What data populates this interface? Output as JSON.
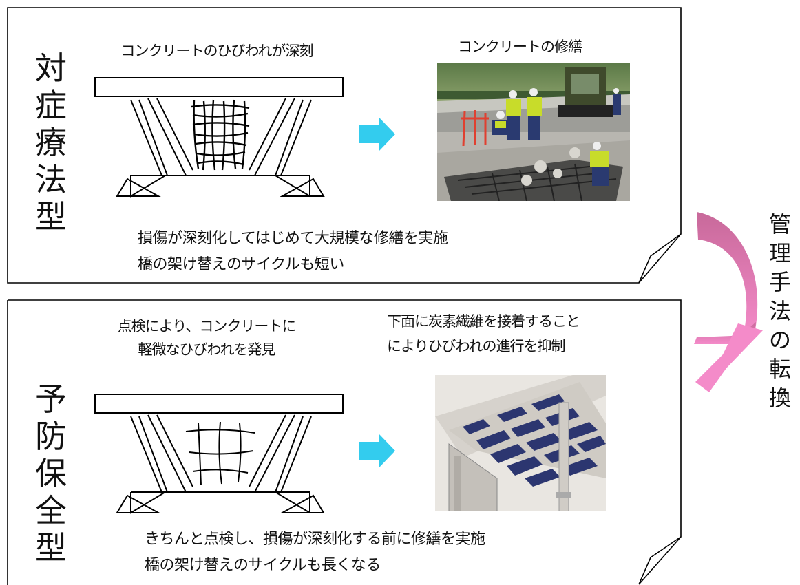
{
  "top_panel": {
    "title_chars": [
      "対",
      "症",
      "療",
      "法",
      "型"
    ],
    "left_caption": "コンクリートのひびわれが深刻",
    "right_caption": "コンクリートの修繕",
    "note_lines": [
      "損傷が深刻化してはじめて大規模な修繕を実施",
      "橋の架け替えのサイクルも短い"
    ]
  },
  "bottom_panel": {
    "title_chars": [
      "予",
      "防",
      "保",
      "全",
      "型"
    ],
    "left_caption_lines": [
      "点検により、コンクリートに",
      "軽微なひびわれを発見"
    ],
    "right_caption_lines": [
      "下面に炭素繊維を接着すること",
      "によりひびわれの進行を抑制"
    ],
    "note_lines": [
      "きちんと点検し、損傷が深刻化する前に修繕を実施",
      "橋の架け替えのサイクルも長くなる"
    ]
  },
  "side": {
    "title_chars": [
      "管",
      "理",
      "手",
      "法",
      "の",
      "転",
      "換"
    ]
  },
  "colors": {
    "arrow_cyan": "#33ccee",
    "curved_arrow_top": "#c8699a",
    "curved_arrow_bottom": "#f48bc9"
  }
}
